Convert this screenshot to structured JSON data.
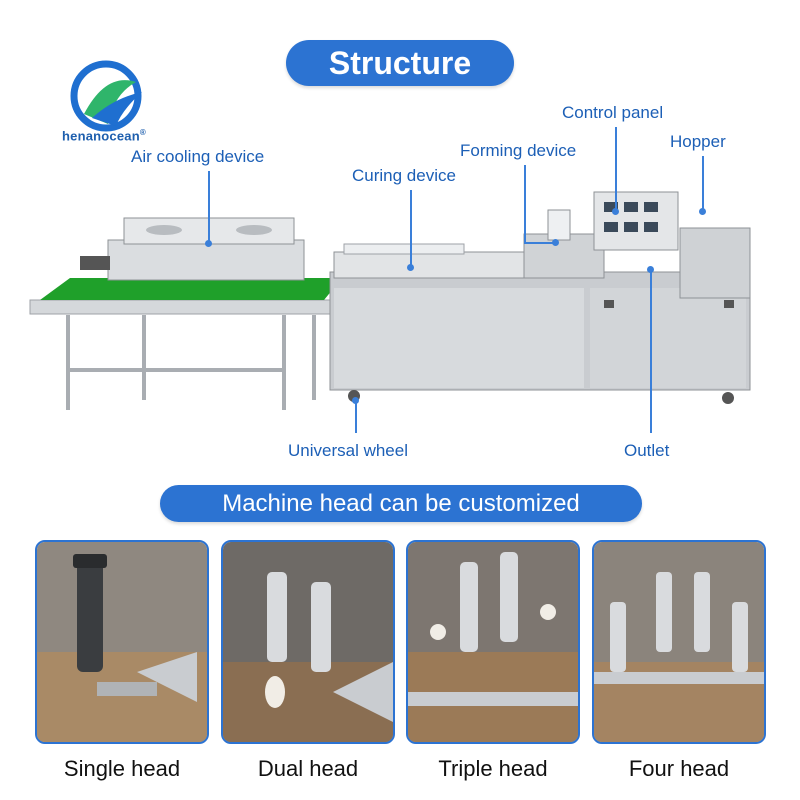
{
  "title": "Structure",
  "brand": {
    "name": "henanocean",
    "mark": "®"
  },
  "labels": {
    "air_cooling": "Air cooling device",
    "curing": "Curing device",
    "forming": "Forming device",
    "control_panel": "Control panel",
    "hopper": "Hopper",
    "universal_wheel": "Universal wheel",
    "outlet": "Outlet"
  },
  "subtitle": "Machine head can be customized",
  "heads": [
    {
      "caption": "Single head"
    },
    {
      "caption": "Dual head"
    },
    {
      "caption": "Triple head"
    },
    {
      "caption": "Four head"
    }
  ],
  "colors": {
    "accent": "#2c73d2",
    "label": "#1c5fb6",
    "belt": "#1fa02a",
    "steel": "#c9ccd0"
  }
}
